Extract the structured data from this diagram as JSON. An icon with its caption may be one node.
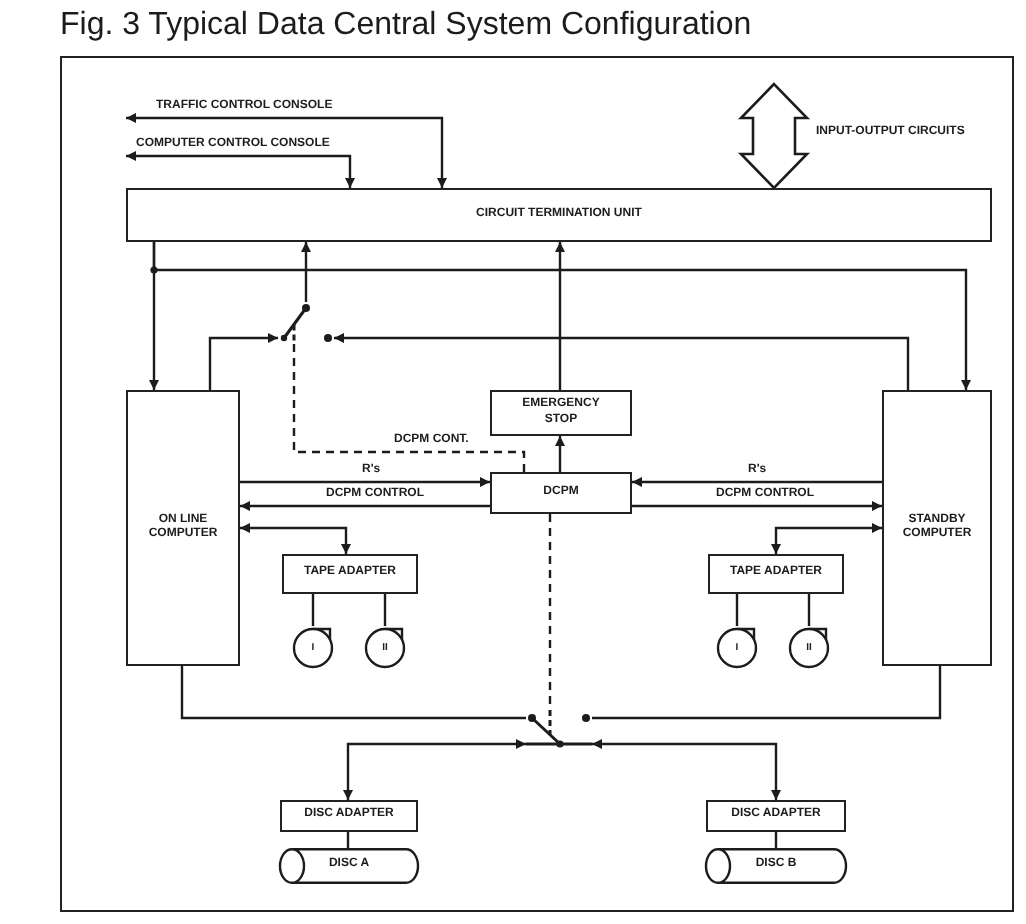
{
  "diagram": {
    "title": "Fig. 3 Typical Data Central System Configuration",
    "nodes": [
      {
        "text": [
          "CIRCUIT TERMINATION UNIT"
        ]
      },
      {
        "text": [
          "EMERGENCY STOP"
        ]
      },
      {
        "text": [
          "DCPM"
        ]
      },
      {
        "text": [
          "ON LINE COMPUTER"
        ]
      },
      {
        "text": [
          "STANDBY COMPUTER"
        ]
      },
      {
        "text": [],
        "shape": "switch"
      },
      {
        "text": [
          "TAPE ADAPTER"
        ]
      },
      {
        "text": [
          "TAPE ADAPTER"
        ]
      },
      {
        "text": [
          "I"
        ]
      },
      {
        "text": [
          "II"
        ]
      },
      {
        "text": [
          "I"
        ]
      },
      {
        "text": [
          "II"
        ]
      },
      {
        "text": [],
        "shape": "switch"
      },
      {
        "text": [
          "DISC ADAPTER"
        ]
      },
      {
        "text": [
          "DISC A"
        ]
      },
      {
        "text": [
          "DISC ADAPTER"
        ]
      },
      {
        "text": [
          "DISC B"
        ]
      }
    ],
    "edges": [
      {
        "from": null,
        "to": 0,
        "arrow": "both",
        "label": "TRAFFIC CONTROL CONSOLE"
      },
      {
        "from": null,
        "to": 0,
        "arrow": "both",
        "label": "COMPUTER CONTROL CONSOLE"
      },
      {
        "from": null,
        "to": 0,
        "arrow": "both",
        "style": "thick",
        "label": "INPUT-OUTPUT CIRCUITS"
      },
      {
        "from": 0,
        "to": 3,
        "arrow": "to"
      },
      {
        "from": 0,
        "to": 4,
        "arrow": "to"
      },
      {
        "from": 5,
        "to": 0,
        "arrow": "to"
      },
      {
        "from": 1,
        "to": 0,
        "arrow": "to"
      },
      {
        "from": 3,
        "to": 5,
        "arrow": "to"
      },
      {
        "from": 4,
        "to": 5,
        "arrow": "to"
      },
      {
        "from": 2,
        "to": 5,
        "arrow": "none",
        "style": "dashed",
        "label": "DCPM CONT."
      },
      {
        "from": 2,
        "to": 1,
        "arrow": "to"
      },
      {
        "from": 3,
        "to": 2,
        "arrow": "to",
        "label": "R's"
      },
      {
        "from": 2,
        "to": 3,
        "arrow": "to",
        "label": "DCPM CONTROL"
      },
      {
        "from": 4,
        "to": 2,
        "arrow": "to",
        "label": "R's"
      },
      {
        "from": 2,
        "to": 4,
        "arrow": "to",
        "label": "DCPM CONTROL"
      },
      {
        "from": 3,
        "to": 6,
        "arrow": "both"
      },
      {
        "from": 4,
        "to": 7,
        "arrow": "both"
      },
      {
        "from": 6,
        "to": 8,
        "arrow": "none"
      },
      {
        "from": 6,
        "to": 9,
        "arrow": "none"
      },
      {
        "from": 7,
        "to": 10,
        "arrow": "none"
      },
      {
        "from": 7,
        "to": 11,
        "arrow": "none"
      },
      {
        "from": 3,
        "to": 12,
        "arrow": "none"
      },
      {
        "from": 4,
        "to": 12,
        "arrow": "none"
      },
      {
        "from": 2,
        "to": 12,
        "arrow": "none",
        "style": "dashed"
      },
      {
        "from": 12,
        "to": 13,
        "arrow": "both"
      },
      {
        "from": 12,
        "to": 15,
        "arrow": "both"
      },
      {
        "from": 13,
        "to": 14,
        "arrow": "none"
      },
      {
        "from": 15,
        "to": 16,
        "arrow": "none"
      }
    ]
  }
}
